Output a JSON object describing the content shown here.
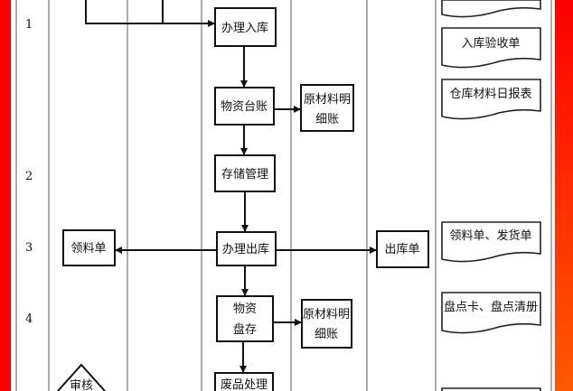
{
  "row_numbers": [
    "1",
    "2",
    "3",
    "4"
  ],
  "process_boxes": {
    "inbound": "办理入库",
    "ledger": "物资台账",
    "storage": "存储管理",
    "outbound": "办理出库",
    "inventory_line1": "物资",
    "inventory_line2": "盘存",
    "scrap": "废品处理"
  },
  "detail_ledger_1": {
    "line1": "原材料明",
    "line2": "细账"
  },
  "detail_ledger_2": {
    "line1": "原材料明",
    "line2": "细账"
  },
  "requisition": "领料单",
  "outbound_slip": "出库单",
  "audit": "审核",
  "documents": [
    "入库验收单",
    "仓库材料日报表",
    "领料单、发货单",
    "盘点卡、盘点清册"
  ],
  "colors": {
    "border_red": "#ff0000",
    "border_orange": "#ff5a00"
  }
}
